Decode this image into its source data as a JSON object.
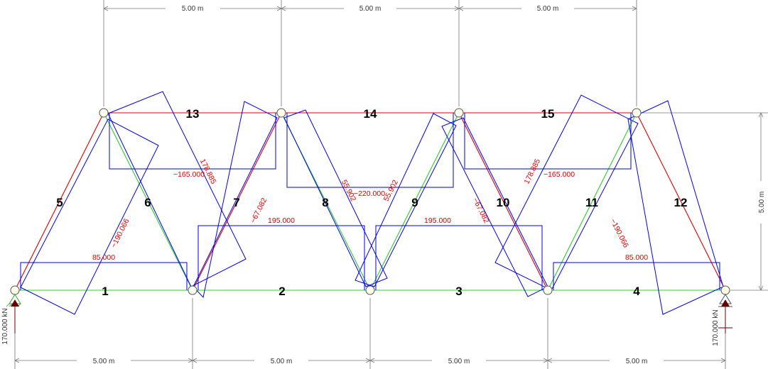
{
  "colors": {
    "tension": "#e00000",
    "compression": "#00cc00",
    "force_diagram": "#0000ee",
    "dimension": "#555555",
    "force_text": "#e00000",
    "support": "#660000"
  },
  "dimensions": {
    "top": [
      "5.00 m",
      "5.00 m",
      "5.00 m"
    ],
    "bottom": [
      "5.00 m",
      "5.00 m",
      "5.00 m",
      "5.00 m"
    ],
    "height": "5.00 m"
  },
  "members": {
    "bottom": [
      "1",
      "2",
      "3",
      "4"
    ],
    "diagonals": [
      "5",
      "6",
      "7",
      "8",
      "9",
      "10",
      "11",
      "12"
    ],
    "top": [
      "13",
      "14",
      "15"
    ]
  },
  "forces": {
    "m1": "85.000",
    "m2": "195.000",
    "m3": "195.000",
    "m4": "85.000",
    "m5": "−190.066",
    "m7": "−67.082",
    "m8": "55.902",
    "m9": "55.902",
    "m10": "−67.082",
    "m11": "−190.066",
    "m6": "178.885",
    "m12": "178.885",
    "m13": "−165.000",
    "m14": "−220.000",
    "m15": "−165.000"
  },
  "reactions": {
    "left": "170.000 kN",
    "right": "170.000 kN"
  }
}
